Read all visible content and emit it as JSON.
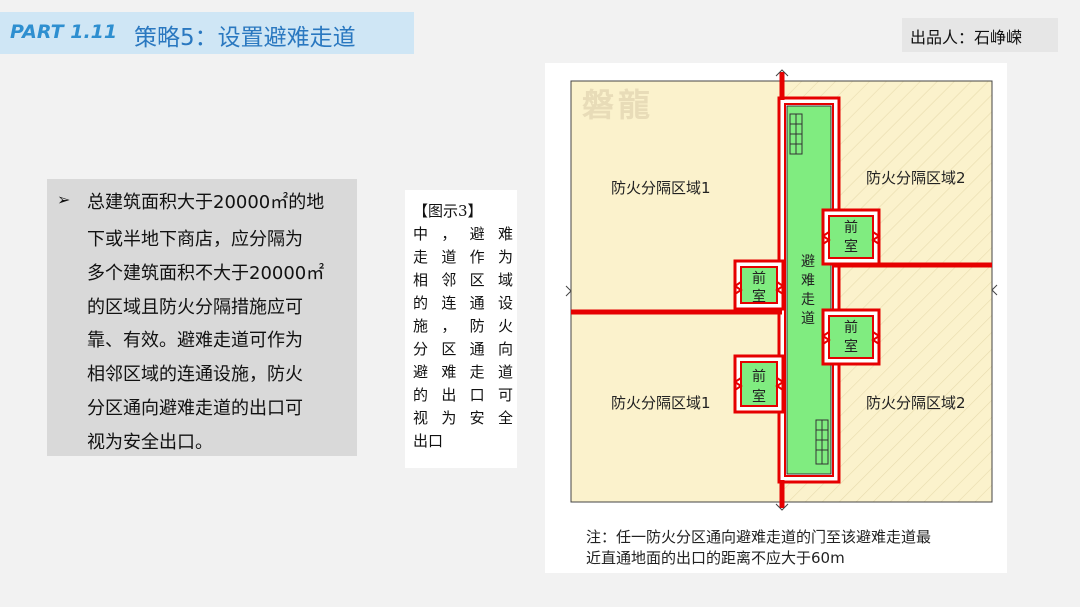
{
  "header": {
    "part": "PART 1.11",
    "title": "策略5：设置避难走道",
    "author": "出品人：石峥嵘"
  },
  "body_text": {
    "lines": [
      "总建筑面积大于20000㎡的地",
      "下或半地下商店，应分隔为",
      "多个建筑面积不大于20000㎡",
      "的区域且防火分隔措施应可",
      "靠、有效。避难走道可作为",
      "相邻区域的连通设施，防火",
      "分区通向避难走道的出口可",
      "视为安全出口。"
    ]
  },
  "caption": {
    "lines": [
      "【图示3】",
      "中，避难",
      "走道作为",
      "相邻区域",
      "的连通设",
      "施，防火",
      "分区通向",
      "避难走道",
      "的出口可",
      "视为安全",
      "出口"
    ]
  },
  "diagram": {
    "watermark": "磐龍",
    "zones": {
      "top_left": "防火分隔区域1",
      "top_right": "防火分隔区域2",
      "bottom_left": "防火分隔区域1",
      "bottom_right": "防火分隔区域2"
    },
    "corridor_label": "避难走道",
    "vestibule_label": "前室",
    "colors": {
      "zone_fill": "#fbf2cc",
      "corridor_fill": "#80ec80",
      "fire_wall": "#e60000",
      "vestibule_fill": "#ffffff"
    }
  },
  "note": {
    "lines": [
      "注：任一防火分区通向避难走道的门至该避难走道最",
      "近直通地面的出口的距离不应大于60m"
    ]
  }
}
